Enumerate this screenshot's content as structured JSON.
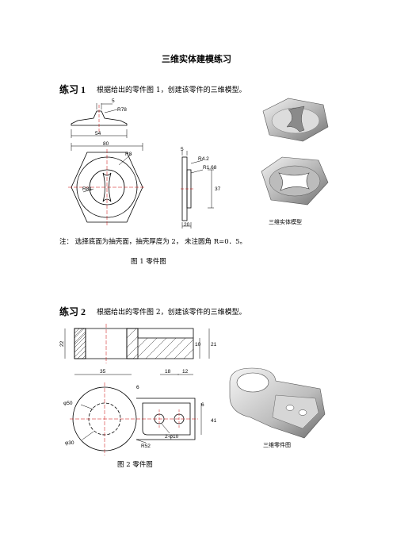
{
  "doc_title": "三维实体建模练习",
  "exercise1": {
    "label": "练习 1",
    "description": "根据给出的零件图 1，创建该零件的三维模型。",
    "note": "注：  选择底面为抽壳面，抽壳厚度为 2，  未注圆角 R=0．5。",
    "caption": "图 1  零件图",
    "model_caption": "三维实体模型",
    "dims": {
      "top_width": "5",
      "r78": "R78",
      "base": "54",
      "front_width": "80",
      "r8": "R8",
      "r81": "R81",
      "side_top": "5",
      "r42": "R4.2",
      "r168": "R1.68",
      "h37": "37",
      "w20": "20"
    }
  },
  "exercise2": {
    "label": "练习 2",
    "description": "根据给出的零件图 2，创建该零件的三维模型。",
    "caption": "图 2  零件图",
    "model_caption": "三维零件图",
    "dims": {
      "h22": "22",
      "h10": "10",
      "h21": "21",
      "d35": "35",
      "d18": "18",
      "d12": "12",
      "d6": "6",
      "d50": "φ50",
      "d30": "φ30",
      "d6v": "6",
      "h41": "41",
      "r52": "R52",
      "holes": "2-φ10"
    }
  }
}
